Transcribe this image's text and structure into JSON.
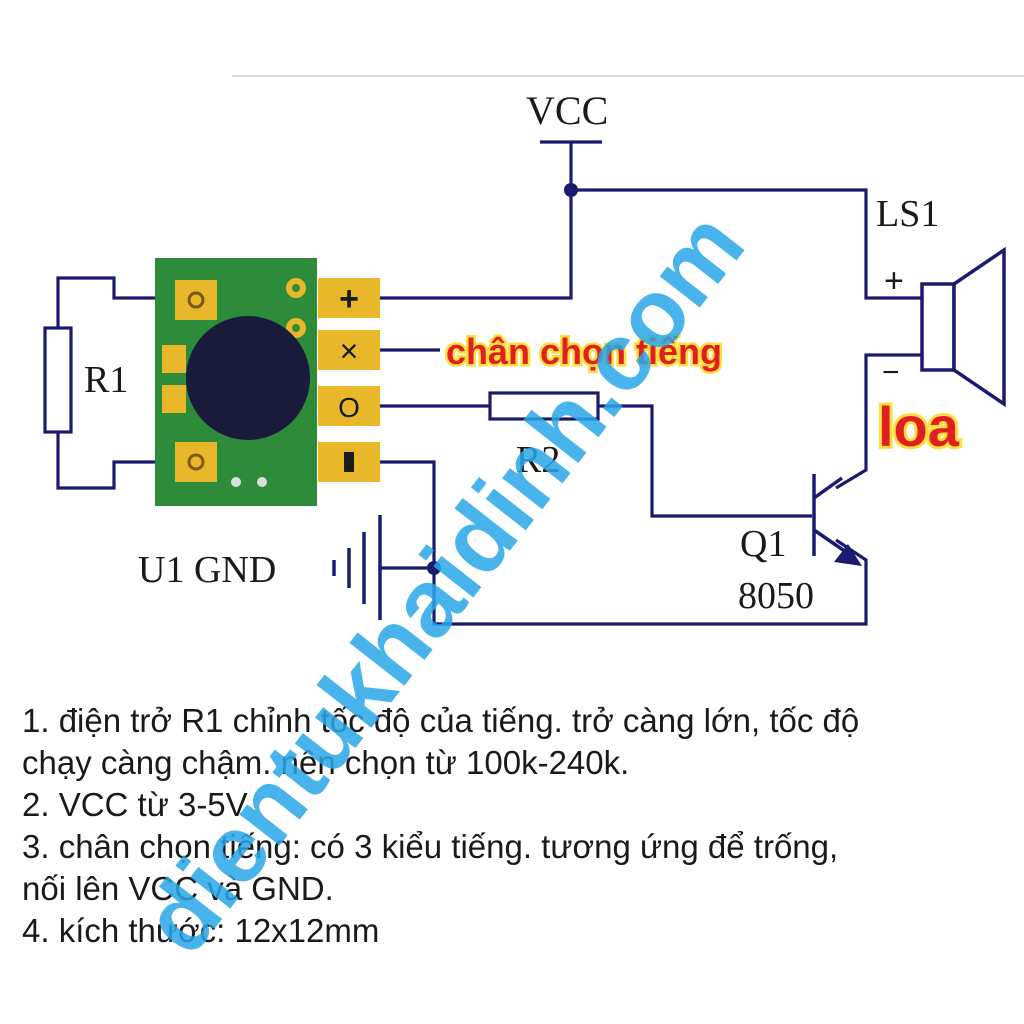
{
  "diagram": {
    "vcc_label": "VCC",
    "speaker_ref": "LS1",
    "resistor1_label": "R1",
    "resistor2_label": "R2",
    "ic_gnd_label": "U1 GND",
    "transistor_ref": "Q1",
    "transistor_part": "8050",
    "pin_plus": "+",
    "pin_select": "×",
    "pin_out": "O",
    "pin_minus": "I",
    "speaker_plus": "+",
    "speaker_minus": "−",
    "callout_select_pin": "chân chọn tiếng",
    "callout_speaker": "loa"
  },
  "notes": {
    "line1": "1. điện trở R1 chỉnh tốc độ của tiếng. trở càng lớn, tốc độ",
    "line2": "chạy càng chậm. nên chọn từ 100k-240k.",
    "line3": "2. VCC từ 3-5V",
    "line4": "3. chân chọn tiếng: có 3 kiểu tiếng. tương ứng để trống,",
    "line5": "nối lên VCC và GND.",
    "line6": "4. kích thước: 12x12mm"
  },
  "watermark": "dientukhaidinh.com",
  "colors": {
    "wire": "#1a1a6e",
    "pcb": "#2e8b3a",
    "pad": "#e8b82a",
    "blob": "#1a1a3a",
    "callout_text": "#e02020",
    "callout_highlight": "#ffe040",
    "watermark": "#2aa8e8"
  }
}
